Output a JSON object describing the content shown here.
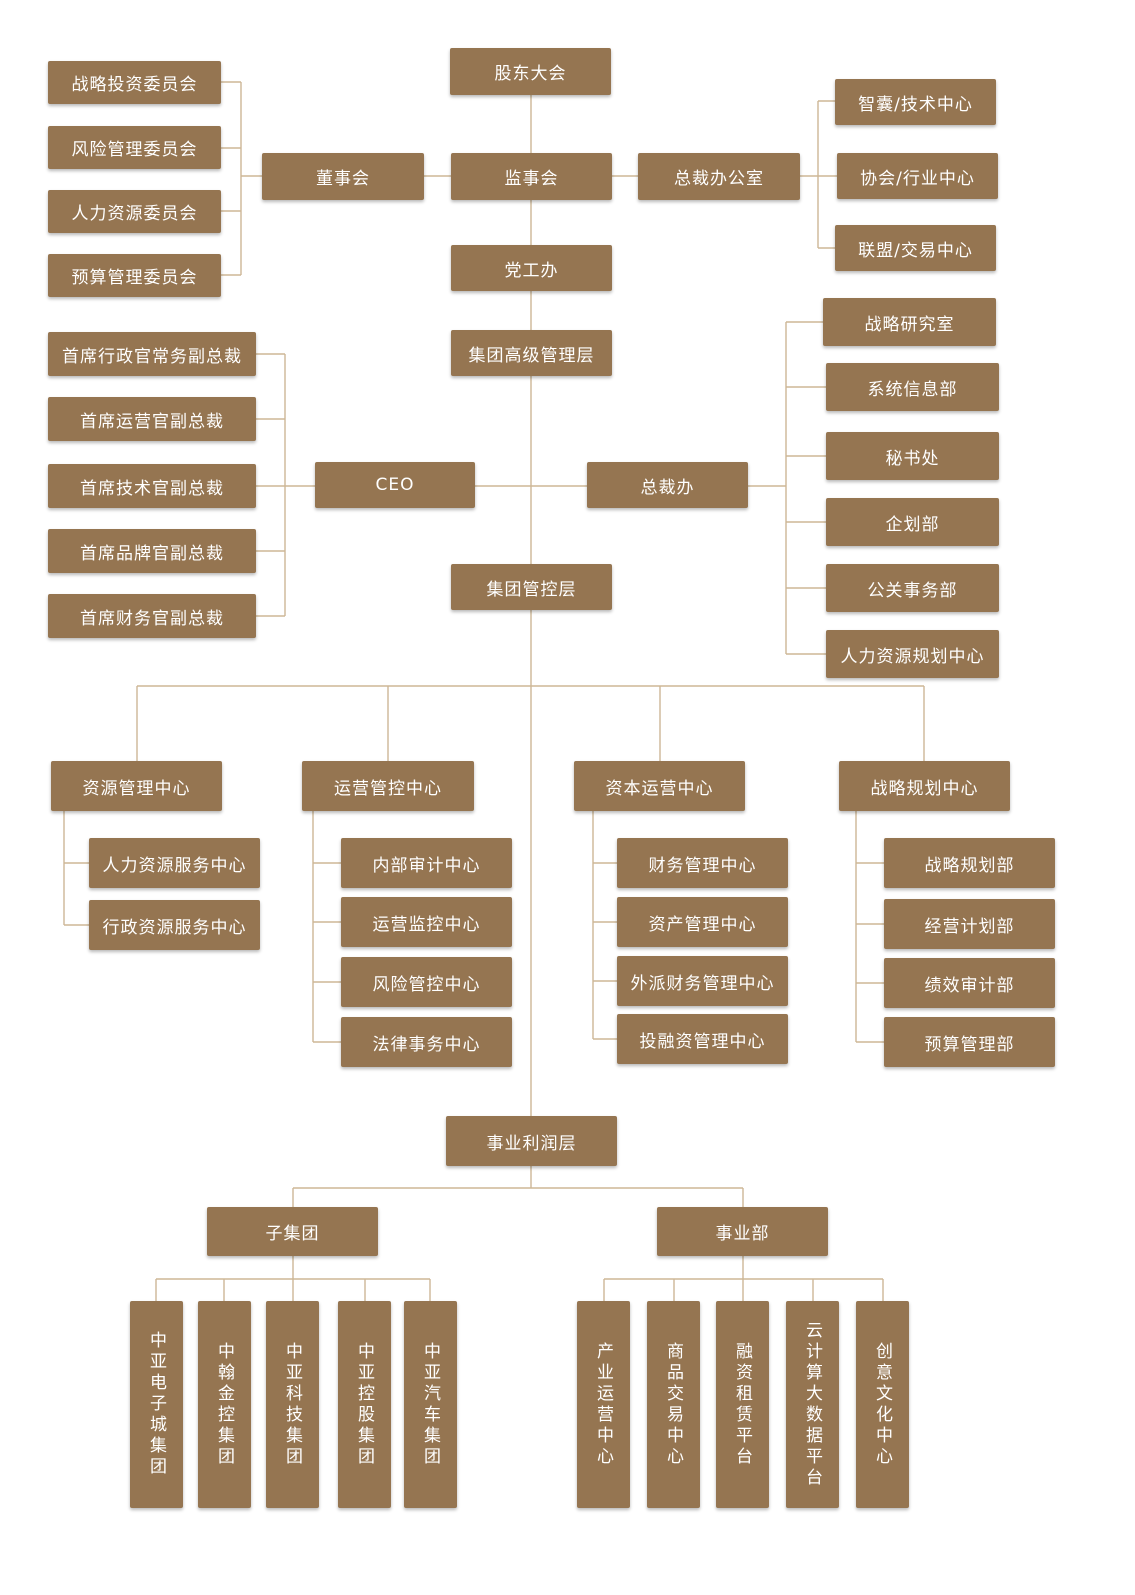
{
  "colors": {
    "box": "#957551",
    "line": "#cdb796",
    "text": "#ffffff"
  },
  "top": {
    "shareholders": "股东大会",
    "board": "董事会",
    "supervisors": "监事会",
    "president_office": "总裁办公室",
    "party": "党工办",
    "senior": "集团高级管理层",
    "committees": [
      "战略投资委员会",
      "风险管理委员会",
      "人力资源委员会",
      "预算管理委员会"
    ],
    "office_units": [
      "智囊/技术中心",
      "协会/行业中心",
      "联盟/交易中心"
    ]
  },
  "mid": {
    "ceo": "CEO",
    "ceo_deputies": [
      "首席行政官常务副总裁",
      "首席运营官副总裁",
      "首席技术官副总裁",
      "首席品牌官副总裁",
      "首席财务官副总裁"
    ],
    "pres": "总裁办",
    "pres_units": [
      "战略研究室",
      "系统信息部",
      "秘书处",
      "企划部",
      "公关事务部",
      "人力资源规划中心"
    ],
    "control": "集团管控层"
  },
  "centers": [
    {
      "name": "资源管理中心",
      "items": [
        "人力资源服务中心",
        "行政资源服务中心"
      ]
    },
    {
      "name": "运营管控中心",
      "items": [
        "内部审计中心",
        "运营监控中心",
        "风险管控中心",
        "法律事务中心"
      ]
    },
    {
      "name": "资本运营中心",
      "items": [
        "财务管理中心",
        "资产管理中心",
        "外派财务管理中心",
        "投融资管理中心"
      ]
    },
    {
      "name": "战略规划中心",
      "items": [
        "战略规划部",
        "经营计划部",
        "绩效审计部",
        "预算管理部"
      ]
    }
  ],
  "profit": {
    "title": "事业利润层",
    "subgroup": {
      "name": "子集团",
      "items": [
        "中亚电子城集团",
        "中翰金控集团",
        "中亚科技集团",
        "中亚控股集团",
        "中亚汽车集团"
      ]
    },
    "division": {
      "name": "事业部",
      "items": [
        "产业运营中心",
        "商品交易中心",
        "融资租赁平台",
        "云计算大数据平台",
        "创意文化中心"
      ]
    }
  }
}
